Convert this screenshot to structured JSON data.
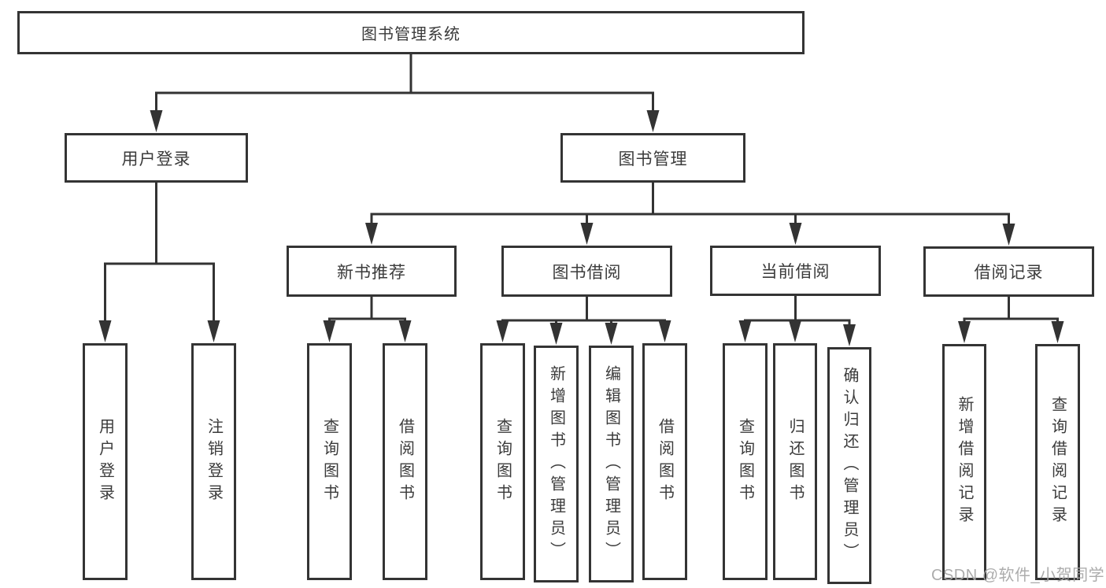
{
  "diagram": {
    "title": "图书管理系统",
    "line_color": "#333333",
    "box_border_color": "#343434",
    "text_color": "#3b3b3b",
    "nodes": [
      {
        "id": "root",
        "label": "图书管理系统",
        "level": 1,
        "text_direction": "horizontal"
      },
      {
        "id": "user-login",
        "label": "用户登录",
        "level": 2,
        "text_direction": "horizontal"
      },
      {
        "id": "book-management",
        "label": "图书管理",
        "level": 2,
        "text_direction": "horizontal"
      },
      {
        "id": "new-book-recommend",
        "label": "新书推荐",
        "level": 3,
        "text_direction": "horizontal"
      },
      {
        "id": "book-borrowing",
        "label": "图书借阅",
        "level": 3,
        "text_direction": "horizontal"
      },
      {
        "id": "current-borrowing",
        "label": "当前借阅",
        "level": 3,
        "text_direction": "horizontal"
      },
      {
        "id": "borrow-records",
        "label": "借阅记录",
        "level": 3,
        "text_direction": "horizontal"
      },
      {
        "id": "user-login-leaf",
        "label": "用户登录",
        "level": 4,
        "text_direction": "vertical"
      },
      {
        "id": "logout-leaf",
        "label": "注销登录",
        "level": 4,
        "text_direction": "vertical"
      },
      {
        "id": "query-books-recommend",
        "label": "查询图书",
        "level": 4,
        "text_direction": "vertical"
      },
      {
        "id": "borrow-books-recommend",
        "label": "借阅图书",
        "level": 4,
        "text_direction": "vertical"
      },
      {
        "id": "query-books-borrowing",
        "label": "查询图书",
        "level": 4,
        "text_direction": "vertical"
      },
      {
        "id": "add-books-admin",
        "label": "新增图书（管理员）",
        "level": 4,
        "text_direction": "vertical"
      },
      {
        "id": "edit-books-admin",
        "label": "编辑图书（管理员）",
        "level": 4,
        "text_direction": "vertical"
      },
      {
        "id": "borrow-books-borrowing",
        "label": "借阅图书",
        "level": 4,
        "text_direction": "vertical"
      },
      {
        "id": "query-books-current",
        "label": "查询图书",
        "level": 4,
        "text_direction": "vertical"
      },
      {
        "id": "return-books",
        "label": "归还图书",
        "level": 4,
        "text_direction": "vertical"
      },
      {
        "id": "confirm-return-admin",
        "label": "确认归还（管理员）",
        "level": 4,
        "text_direction": "vertical"
      },
      {
        "id": "add-borrow-record",
        "label": "新增借阅记录",
        "level": 4,
        "text_direction": "vertical"
      },
      {
        "id": "query-borrow-record",
        "label": "查询借阅记录",
        "level": 4,
        "text_direction": "vertical"
      }
    ],
    "edges": [
      {
        "from": "root",
        "to": [
          "user-login",
          "book-management"
        ]
      },
      {
        "from": "user-login",
        "to": [
          "user-login-leaf",
          "logout-leaf"
        ]
      },
      {
        "from": "book-management",
        "to": [
          "new-book-recommend",
          "book-borrowing",
          "current-borrowing",
          "borrow-records"
        ]
      },
      {
        "from": "new-book-recommend",
        "to": [
          "query-books-recommend",
          "borrow-books-recommend"
        ]
      },
      {
        "from": "book-borrowing",
        "to": [
          "query-books-borrowing",
          "add-books-admin",
          "edit-books-admin",
          "borrow-books-borrowing"
        ]
      },
      {
        "from": "current-borrowing",
        "to": [
          "query-books-current",
          "return-books",
          "confirm-return-admin"
        ]
      },
      {
        "from": "borrow-records",
        "to": [
          "add-borrow-record",
          "query-borrow-record"
        ]
      }
    ]
  },
  "watermark": {
    "text": "CSDN @软件_小贺同学",
    "color": "#a6a6a6"
  }
}
